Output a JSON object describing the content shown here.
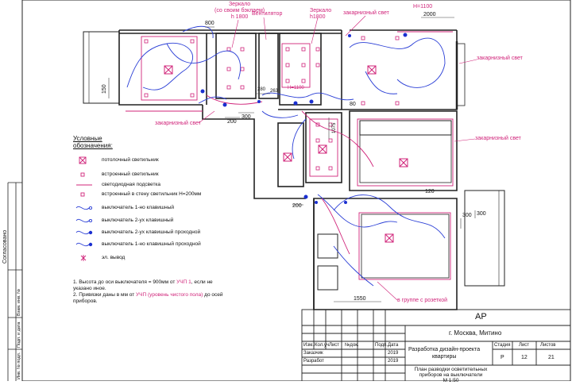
{
  "callouts": {
    "mirror_backlit": [
      "Зеркало",
      "(со своим бэклаем)",
      "h 1800"
    ],
    "fan": "Вентилятор",
    "mirror2": [
      "Зеркало",
      "h1800"
    ],
    "cornice_top": "закарнизный свет",
    "h1100_top": "H=1100",
    "cornice_right1": "закарнизный свет",
    "cornice_left": "закарнизный свет",
    "cornice_right2": "закарнизный свет",
    "h1100_mid": "H=1100",
    "to_socket_group": "в группе с розеткой"
  },
  "dims": {
    "d800": "800",
    "d2000": "2000",
    "d150": "150",
    "d200a": "200",
    "d300a": "300",
    "d280": "280",
    "d263": "263",
    "d80": "80",
    "d1075": "1075",
    "d120": "120",
    "d200b": "200",
    "d300b": "300",
    "d300c": "300",
    "d1550": "1550"
  },
  "legend": {
    "title": [
      "Условные",
      "обозначения:"
    ],
    "items": [
      "потолочный светильник",
      "встроенный светильник",
      "светодиодная подсветка",
      "встроенный в стену светильник H=200мм",
      "выключатель 1-но клавишный",
      "выключатель 2-ух клавишный",
      "выключатель 2-ух клавишный проходной",
      "выключатель 1-но клавишный проходной",
      "эл. вывод"
    ]
  },
  "notes": [
    "1. Высота до оси выключателя = 900мм от",
    "УЧП 1",
    ", если не",
    "указано иное.",
    "2. Привязки даны в мм от",
    "УЧП (уровень чистого пола)",
    " до осей",
    "приборов."
  ],
  "side_labels": [
    "Согласовано",
    "Инв. № подл.",
    "Подп. и дата",
    "Взам. инв. №"
  ],
  "title_block": {
    "code": "АР",
    "location": "г. Москва, Митино",
    "project": [
      "Разработка дизайн-проекта",
      "квартиры"
    ],
    "sheet_title": [
      "План разводки осветительных",
      "приборов на выключатели",
      "М 1:50"
    ],
    "headers": [
      "Изм.",
      "Кол.уч",
      "Лист",
      "№док.",
      "Подп.",
      "Дата"
    ],
    "roles": [
      {
        "role": "Заказчик",
        "year": "2019"
      },
      {
        "role": "Разработ",
        "year": "2019"
      }
    ],
    "stage_header": "Стадия",
    "sheet_header": "Лист",
    "sheets_header": "Листов",
    "stage": "Р",
    "sheet": "12",
    "sheets": "21"
  },
  "colors": {
    "wire_blue": "#2b3fd6",
    "wire_pink": "#d0247a",
    "wall": "#222222",
    "switch_blue": "#1a2fd0"
  }
}
